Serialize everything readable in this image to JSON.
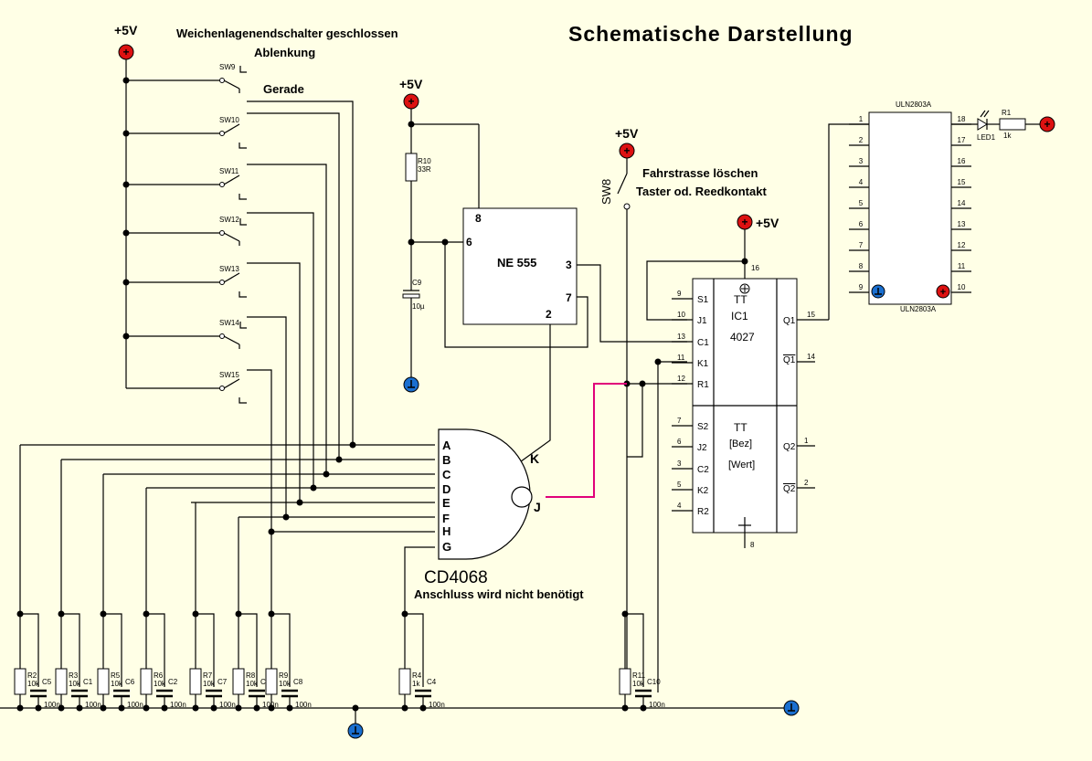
{
  "title": "Schematische Darstellung",
  "supply_label": "+5V",
  "switch_block": {
    "title": "Weichenlagenendschalter geschlossen",
    "state_a": "Ablenkung",
    "state_b": "Gerade",
    "switches": [
      "SW9",
      "SW10",
      "SW11",
      "SW12",
      "SW13",
      "SW14",
      "SW15"
    ]
  },
  "timer": {
    "name": "NE 555",
    "pins": [
      "8",
      "6",
      "3",
      "7",
      "2"
    ],
    "r10": "R10",
    "r10_val": "33R",
    "c9": "C9",
    "c9_val": "10µ"
  },
  "reset_switch": {
    "name": "SW8",
    "line1": "Fahrstrasse löschen",
    "line2": "Taster od. Reedkontakt"
  },
  "nand_gate": {
    "name": "CD4068",
    "inputs": [
      "A",
      "B",
      "C",
      "D",
      "E",
      "F",
      "H",
      "G"
    ],
    "out_k": "K",
    "out_j": "J",
    "note": "Anschluss wird nicht benötigt"
  },
  "flipflop": {
    "name": "IC1",
    "part": "4027",
    "tt": "TT",
    "bez": "[Bez]",
    "wert": "[Wert]",
    "top_pins": [
      {
        "num": "9",
        "name": "S1"
      },
      {
        "num": "10",
        "name": "J1"
      },
      {
        "num": "13",
        "name": "C1"
      },
      {
        "num": "11",
        "name": "K1"
      },
      {
        "num": "12",
        "name": "R1"
      }
    ],
    "bottom_pins": [
      {
        "num": "7",
        "name": "S2"
      },
      {
        "num": "6",
        "name": "J2"
      },
      {
        "num": "3",
        "name": "C2"
      },
      {
        "num": "5",
        "name": "K2"
      },
      {
        "num": "4",
        "name": "R2"
      }
    ],
    "q1": "Q1",
    "q1_num": "15",
    "q1n": "Q1",
    "q1n_num": "14",
    "q2": "Q2",
    "q2_num": "1",
    "q2n": "Q2",
    "q2n_num": "2",
    "vdd_pin": "16",
    "gnd_pin": "8"
  },
  "driver": {
    "name": "ULN2803A",
    "left_pins": [
      "1",
      "2",
      "3",
      "4",
      "5",
      "6",
      "7",
      "8",
      "9"
    ],
    "right_pins": [
      "18",
      "17",
      "16",
      "15",
      "14",
      "13",
      "12",
      "11",
      "10"
    ],
    "led": "LED1",
    "r1": "R1",
    "r1_val": "1k"
  },
  "rc_networks": [
    {
      "r": "R2",
      "rv": "10k",
      "c": "C5",
      "cv": "100n"
    },
    {
      "r": "R3",
      "rv": "10k",
      "c": "C1",
      "cv": "100n"
    },
    {
      "r": "R5",
      "rv": "10k",
      "c": "C6",
      "cv": "100n"
    },
    {
      "r": "R6",
      "rv": "10k",
      "c": "C2",
      "cv": "100n"
    },
    {
      "r": "R7",
      "rv": "10k",
      "c": "C7",
      "cv": "100n"
    },
    {
      "r": "R8",
      "rv": "10k",
      "c": "C3",
      "cv": "100n"
    },
    {
      "r": "R9",
      "rv": "10k",
      "c": "C8",
      "cv": "100n"
    },
    {
      "r": "R4",
      "rv": "1k",
      "c": "C4",
      "cv": "100n"
    },
    {
      "r": "R11",
      "rv": "10k",
      "c": "C10",
      "cv": "100n"
    }
  ],
  "colors": {
    "background": "#ffffe6",
    "vcc": "#dd1111",
    "gnd": "#1a6fd0",
    "highlight_wire": "#e0007a"
  }
}
